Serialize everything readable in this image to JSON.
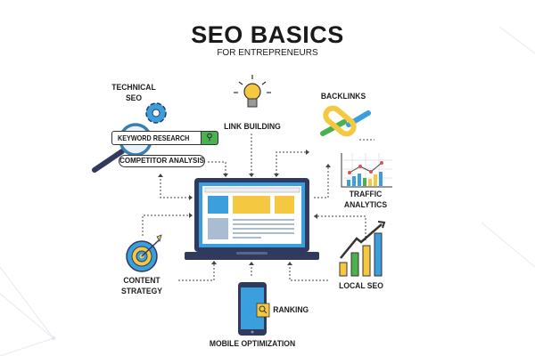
{
  "header": {
    "title": "SEO BASICS",
    "subtitle": "FOR ENTREPRENEURS"
  },
  "nodes": {
    "technical_seo": "TECHNICAL\nSEO",
    "keyword_research": "KEYWORD RESEARCH",
    "competitor_analysis": "COMPETITOR ANALYSIS",
    "link_building": "LINK BUILDING",
    "backlinks": "BACKLINKS",
    "traffic_analytics": "TRAFFIC\nANALYTICS",
    "local_seo": "LOCAL SEO",
    "content_strategy": "CONTENT\nSTRATEGY",
    "ranking": "RANKING",
    "mobile_optimization": "MOBILE OPTIMIZATION"
  },
  "colors": {
    "blue": "#3a9fdc",
    "yellow": "#f5c842",
    "green": "#4caf50",
    "navy": "#2f3a5c",
    "red": "#d9534f"
  }
}
